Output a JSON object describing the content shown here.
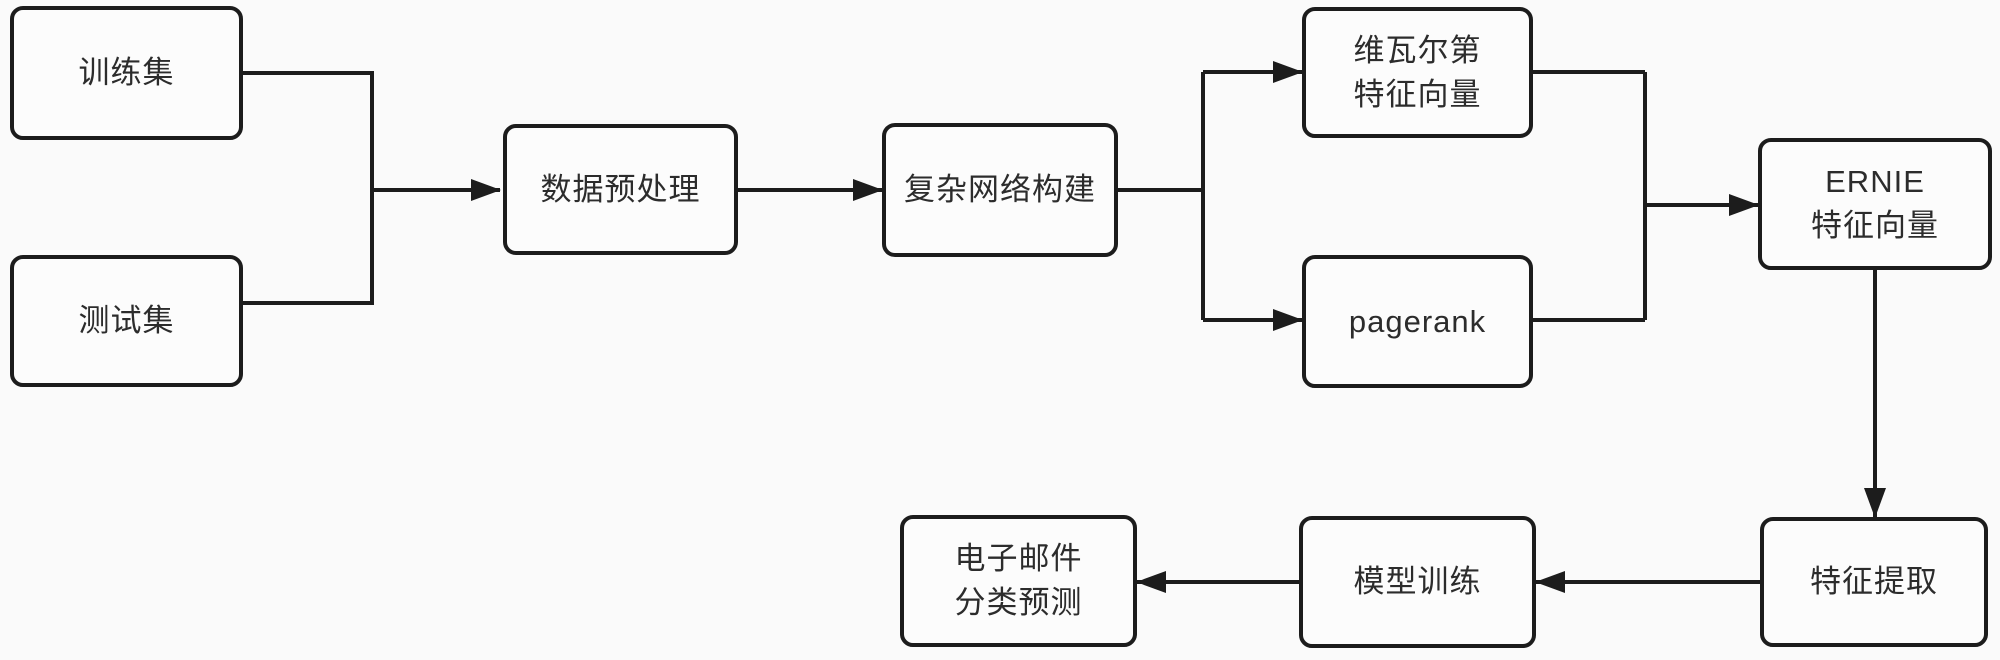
{
  "diagram": {
    "type": "flowchart",
    "nodes": {
      "training_set": {
        "label": "训练集"
      },
      "test_set": {
        "label": "测试集"
      },
      "preprocessing": {
        "label": "数据预处理"
      },
      "network_construction": {
        "label": "复杂网络构建"
      },
      "vivaldi": {
        "line1": "维瓦尔第",
        "line2": "特征向量"
      },
      "pagerank": {
        "label": "pagerank"
      },
      "ernie": {
        "line1": "ERNIE",
        "line2": "特征向量"
      },
      "feature_extraction": {
        "label": "特征提取"
      },
      "model_training": {
        "label": "模型训练"
      },
      "email_prediction": {
        "line1": "电子邮件",
        "line2": "分类预测"
      }
    },
    "edges": [
      {
        "from": "training_set",
        "to": "preprocessing"
      },
      {
        "from": "test_set",
        "to": "preprocessing"
      },
      {
        "from": "preprocessing",
        "to": "network_construction"
      },
      {
        "from": "network_construction",
        "to": "vivaldi"
      },
      {
        "from": "network_construction",
        "to": "pagerank"
      },
      {
        "from": "vivaldi",
        "to": "ernie"
      },
      {
        "from": "pagerank",
        "to": "ernie"
      },
      {
        "from": "ernie",
        "to": "feature_extraction"
      },
      {
        "from": "feature_extraction",
        "to": "model_training"
      },
      {
        "from": "model_training",
        "to": "email_prediction"
      }
    ],
    "colors": {
      "line": "#1c1c1c",
      "box_border": "#1c1c1c",
      "box_fill": "#fcfcfc",
      "background": "#fafafa",
      "text": "#2c2c2c"
    }
  }
}
